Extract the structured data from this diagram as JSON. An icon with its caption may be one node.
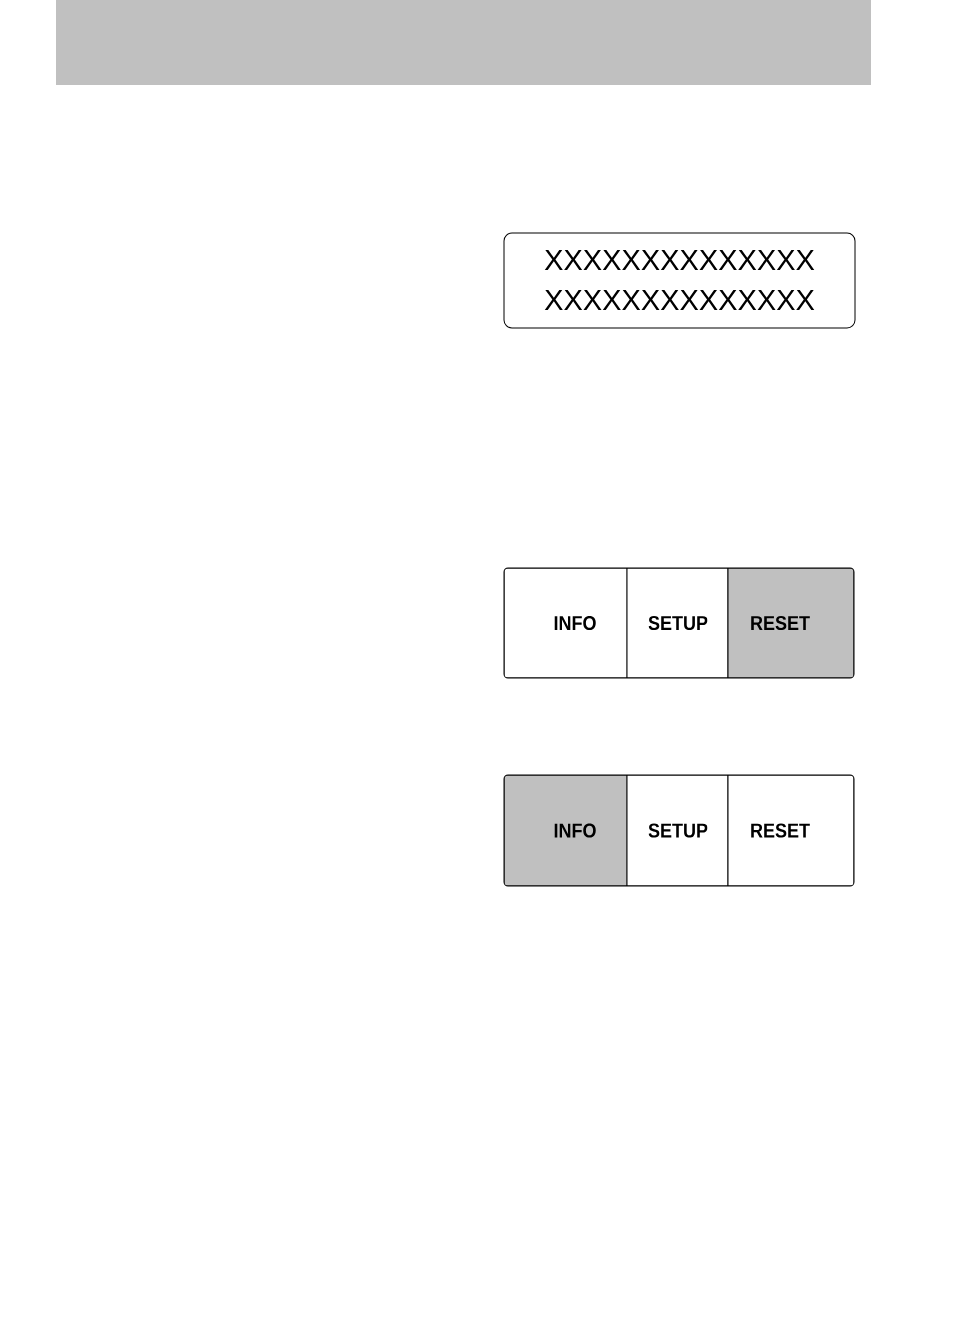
{
  "diagram": {
    "nodes": [
      {
        "text": [
          "XXXXXXXXXXXXXX",
          "XXXXXXXXXXXXXX"
        ]
      },
      {
        "text": [],
        "shape": "box"
      },
      {
        "text": [
          "INFO"
        ],
        "in": 1
      },
      {
        "text": [
          "SETUP"
        ],
        "in": 1
      },
      {
        "text": [
          "RESET"
        ],
        "in": 1
      },
      {
        "text": [],
        "shape": "box"
      },
      {
        "text": [
          "INFO"
        ],
        "in": 5
      },
      {
        "text": [
          "SETUP"
        ],
        "in": 5
      },
      {
        "text": [
          "RESET"
        ],
        "in": 5
      }
    ]
  }
}
